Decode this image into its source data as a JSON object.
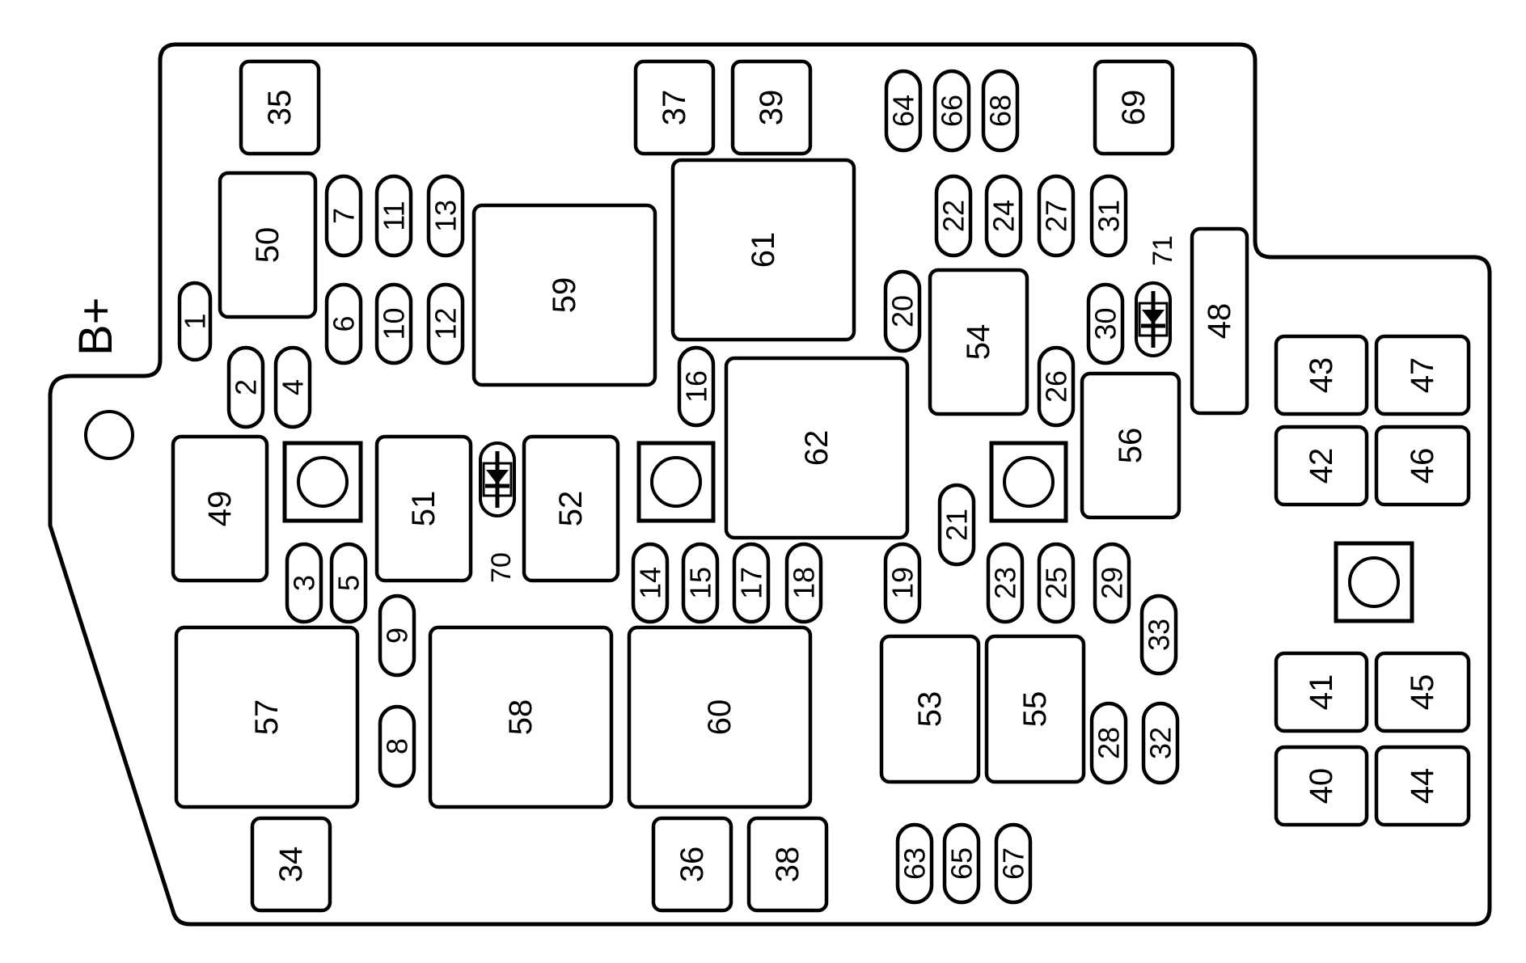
{
  "diagram": {
    "battery_label": "B+",
    "components": [
      {
        "id": "1",
        "kind": "fuse"
      },
      {
        "id": "2",
        "kind": "fuse"
      },
      {
        "id": "3",
        "kind": "fuse"
      },
      {
        "id": "4",
        "kind": "fuse"
      },
      {
        "id": "5",
        "kind": "fuse"
      },
      {
        "id": "6",
        "kind": "fuse"
      },
      {
        "id": "7",
        "kind": "fuse"
      },
      {
        "id": "8",
        "kind": "fuse"
      },
      {
        "id": "9",
        "kind": "fuse"
      },
      {
        "id": "10",
        "kind": "fuse"
      },
      {
        "id": "11",
        "kind": "fuse"
      },
      {
        "id": "12",
        "kind": "fuse"
      },
      {
        "id": "13",
        "kind": "fuse"
      },
      {
        "id": "14",
        "kind": "fuse"
      },
      {
        "id": "15",
        "kind": "fuse"
      },
      {
        "id": "16",
        "kind": "fuse"
      },
      {
        "id": "17",
        "kind": "fuse"
      },
      {
        "id": "18",
        "kind": "fuse"
      },
      {
        "id": "19",
        "kind": "fuse"
      },
      {
        "id": "20",
        "kind": "fuse"
      },
      {
        "id": "21",
        "kind": "fuse"
      },
      {
        "id": "22",
        "kind": "fuse"
      },
      {
        "id": "23",
        "kind": "fuse"
      },
      {
        "id": "24",
        "kind": "fuse"
      },
      {
        "id": "25",
        "kind": "fuse"
      },
      {
        "id": "26",
        "kind": "fuse"
      },
      {
        "id": "27",
        "kind": "fuse"
      },
      {
        "id": "28",
        "kind": "fuse"
      },
      {
        "id": "29",
        "kind": "fuse"
      },
      {
        "id": "30",
        "kind": "fuse"
      },
      {
        "id": "31",
        "kind": "fuse"
      },
      {
        "id": "32",
        "kind": "fuse"
      },
      {
        "id": "33",
        "kind": "fuse"
      },
      {
        "id": "34",
        "kind": "maxi-fuse"
      },
      {
        "id": "35",
        "kind": "maxi-fuse"
      },
      {
        "id": "36",
        "kind": "maxi-fuse"
      },
      {
        "id": "37",
        "kind": "maxi-fuse"
      },
      {
        "id": "38",
        "kind": "maxi-fuse"
      },
      {
        "id": "39",
        "kind": "maxi-fuse"
      },
      {
        "id": "40",
        "kind": "maxi-fuse"
      },
      {
        "id": "41",
        "kind": "maxi-fuse"
      },
      {
        "id": "42",
        "kind": "maxi-fuse"
      },
      {
        "id": "43",
        "kind": "maxi-fuse"
      },
      {
        "id": "44",
        "kind": "maxi-fuse"
      },
      {
        "id": "45",
        "kind": "maxi-fuse"
      },
      {
        "id": "46",
        "kind": "maxi-fuse"
      },
      {
        "id": "47",
        "kind": "maxi-fuse"
      },
      {
        "id": "48",
        "kind": "maxi-fuse"
      },
      {
        "id": "49",
        "kind": "relay"
      },
      {
        "id": "50",
        "kind": "relay"
      },
      {
        "id": "51",
        "kind": "relay"
      },
      {
        "id": "52",
        "kind": "relay"
      },
      {
        "id": "53",
        "kind": "relay"
      },
      {
        "id": "54",
        "kind": "relay"
      },
      {
        "id": "55",
        "kind": "relay"
      },
      {
        "id": "56",
        "kind": "relay"
      },
      {
        "id": "57",
        "kind": "relay"
      },
      {
        "id": "58",
        "kind": "relay"
      },
      {
        "id": "59",
        "kind": "relay"
      },
      {
        "id": "60",
        "kind": "relay"
      },
      {
        "id": "61",
        "kind": "relay"
      },
      {
        "id": "62",
        "kind": "relay"
      },
      {
        "id": "63",
        "kind": "fuse"
      },
      {
        "id": "64",
        "kind": "fuse"
      },
      {
        "id": "65",
        "kind": "fuse"
      },
      {
        "id": "66",
        "kind": "fuse"
      },
      {
        "id": "67",
        "kind": "fuse"
      },
      {
        "id": "68",
        "kind": "fuse"
      },
      {
        "id": "69",
        "kind": "maxi-fuse"
      },
      {
        "id": "70",
        "kind": "diode"
      },
      {
        "id": "71",
        "kind": "diode"
      }
    ]
  }
}
